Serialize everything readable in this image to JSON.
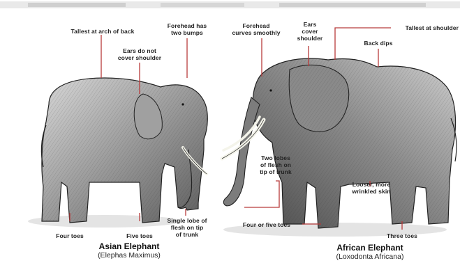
{
  "asian": {
    "labels": {
      "tallest": "Tallest at arch of back",
      "forehead": "Forehead has\ntwo bumps",
      "ears": "Ears do not\ncover shoulder",
      "four_toes": "Four toes",
      "five_toes": "Five toes",
      "single_lobe": "Single lobe of\nflesh on tip\nof trunk"
    },
    "title": "Asian Elephant",
    "subtitle": "(Elephas Maximus)"
  },
  "african": {
    "labels": {
      "forehead": "Forehead\ncurves smoothly",
      "ears": "Ears\ncover\nshoulder",
      "tallest": "Tallest at shoulder",
      "back_dips": "Back dips",
      "two_lobes": "Two lobes\nof flesh on\ntip of trunk",
      "looser_skin": "Looser, more\nwrinkled skin",
      "four_five_toes": "Four or five toes",
      "three_toes": "Three toes"
    },
    "title": "African Elephant",
    "subtitle": "(Loxodonta Africana)"
  },
  "colors": {
    "ink": "#1a1a1a",
    "leader": "#b83a3a",
    "ground": "#e2e2e2",
    "skin_light": "#cfcfcf",
    "skin_dark": "#6a6a6a"
  }
}
